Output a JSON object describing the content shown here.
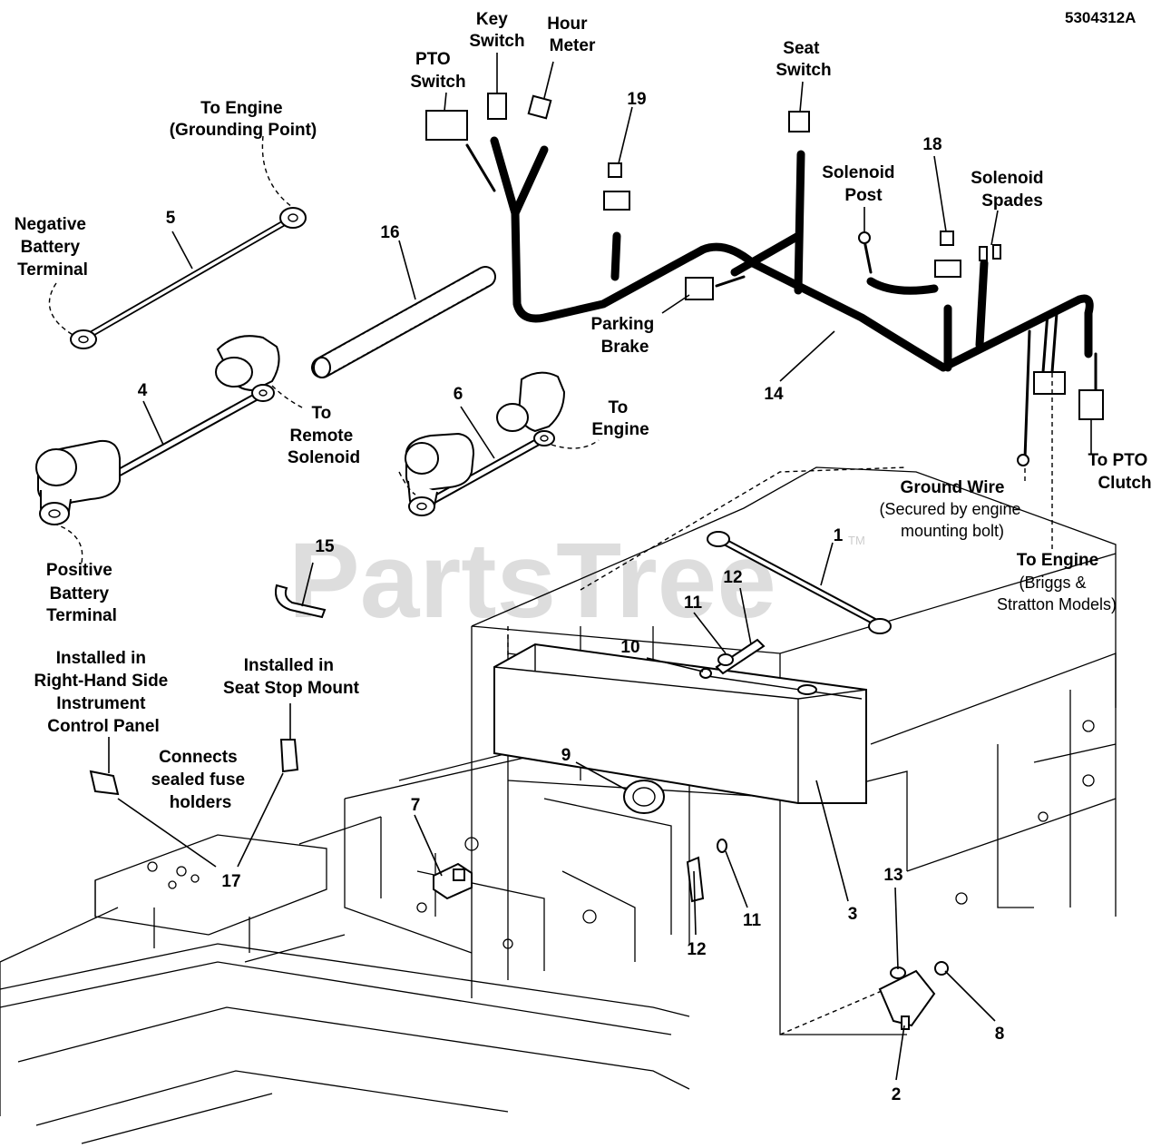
{
  "doc_code": "5304312A",
  "watermark": {
    "text": "PartsTree",
    "tm": "TM"
  },
  "labels": {
    "pto_switch": [
      "PTO",
      "Switch"
    ],
    "key_switch": [
      "Key",
      "Switch"
    ],
    "hour_meter": [
      "Hour",
      "Meter"
    ],
    "seat_switch": [
      "Seat",
      "Switch"
    ],
    "solenoid_post": [
      "Solenoid",
      "Post"
    ],
    "solenoid_spades": [
      "Solenoid",
      "Spades"
    ],
    "to_engine_ground": [
      "To Engine",
      "(Grounding Point)"
    ],
    "negative_terminal": [
      "Negative",
      "Battery",
      "Terminal"
    ],
    "to_remote_solenoid": [
      "To",
      "Remote",
      "Solenoid"
    ],
    "to_engine": [
      "To",
      "Engine"
    ],
    "parking_brake": [
      "Parking",
      "Brake"
    ],
    "ground_wire": "Ground Wire",
    "ground_wire_note": [
      "(Secured by engine",
      "mounting bolt)"
    ],
    "to_pto_clutch": [
      "To PTO",
      "Clutch"
    ],
    "to_engine_briggs": "To Engine",
    "to_engine_briggs_note": [
      "(Briggs &",
      "Stratton Models)"
    ],
    "positive_terminal": [
      "Positive",
      "Battery",
      "Terminal"
    ],
    "installed_rh": [
      "Installed in",
      "Right-Hand Side",
      "Instrument",
      "Control Panel"
    ],
    "installed_seat": [
      "Installed in",
      "Seat Stop Mount"
    ],
    "connects_fuse": [
      "Connects",
      "sealed fuse",
      "holders"
    ]
  },
  "callouts": {
    "n1": "1",
    "n2": "2",
    "n3": "3",
    "n4": "4",
    "n5": "5",
    "n6": "6",
    "n7": "7",
    "n8": "8",
    "n9": "9",
    "n10": "10",
    "n11a": "11",
    "n11b": "11",
    "n12a": "12",
    "n12b": "12",
    "n13": "13",
    "n14": "14",
    "n15": "15",
    "n16": "16",
    "n17": "17",
    "n18": "18",
    "n19": "19"
  }
}
